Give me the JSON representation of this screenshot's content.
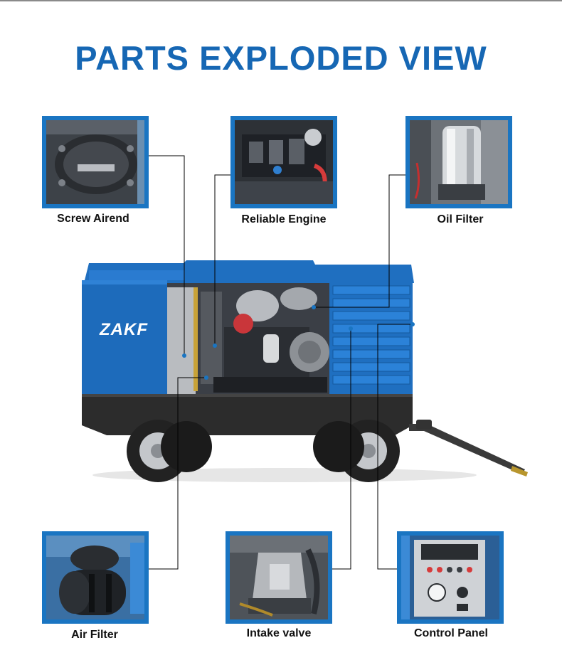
{
  "title": "PARTS EXPLODED VIEW",
  "brand": "ZAKF",
  "parts": [
    {
      "label": "Screw Airend"
    },
    {
      "label": "Reliable Engine"
    },
    {
      "label": "Oil Filter"
    },
    {
      "label": "Air Filter"
    },
    {
      "label": "Intake valve"
    },
    {
      "label": "Control Panel"
    }
  ],
  "colors": {
    "title": "#1667b4",
    "frame": "#1a75c2",
    "body": "#1f6fc0",
    "chassis": "#2c2c2c"
  }
}
